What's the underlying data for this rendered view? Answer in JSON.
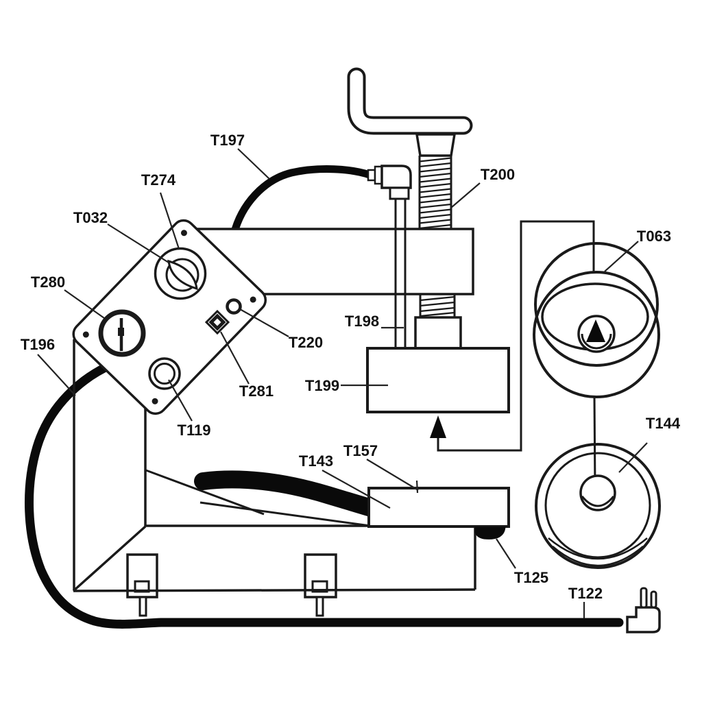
{
  "canvas": {
    "background": "#ffffff",
    "line_color": "#1a1a1a",
    "hose_color": "#0a0a0a"
  },
  "diagram_type": "machine-parts-callout-diagram",
  "labels": {
    "T197": "T197",
    "T274": "T274",
    "T032": "T032",
    "T280": "T280",
    "T196": "T196",
    "T200": "T200",
    "T063": "T063",
    "T198": "T198",
    "T199": "T199",
    "T220": "T220",
    "T281": "T281",
    "T119": "T119",
    "T144": "T144",
    "T143": "T143",
    "T157": "T157",
    "T125": "T125",
    "T122": "T122"
  }
}
